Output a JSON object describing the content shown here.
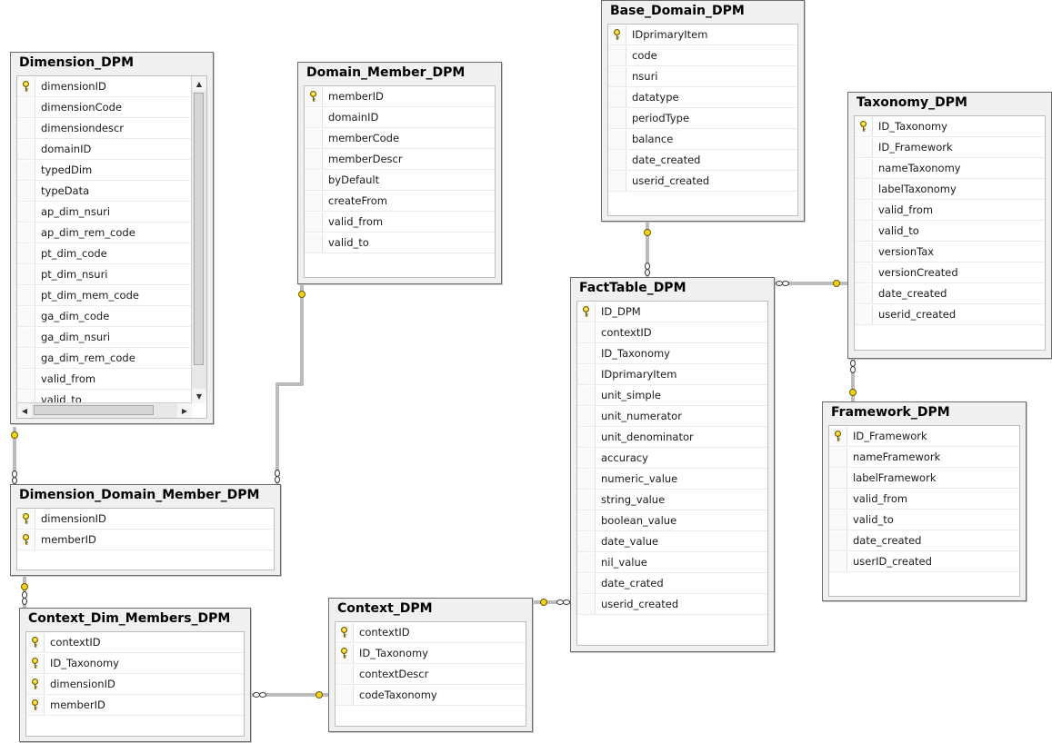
{
  "tables": {
    "dimension": {
      "title": "Dimension_DPM",
      "columns": [
        "dimensionID",
        "dimensionCode",
        "dimensiondescr",
        "domainID",
        "typedDim",
        "typeData",
        "ap_dim_nsuri",
        "ap_dim_rem_code",
        "pt_dim_code",
        "pt_dim_nsuri",
        "pt_dim_mem_code",
        "ga_dim_code",
        "ga_dim_nsuri",
        "ga_dim_rem_code",
        "valid_from",
        "valid_to"
      ],
      "keys": [
        0
      ]
    },
    "domain_member": {
      "title": "Domain_Member_DPM",
      "columns": [
        "memberID",
        "domainID",
        "memberCode",
        "memberDescr",
        "byDefault",
        "createFrom",
        "valid_from",
        "valid_to"
      ],
      "keys": [
        0
      ]
    },
    "base_domain": {
      "title": "Base_Domain_DPM",
      "columns": [
        "IDprimaryItem",
        "code",
        "nsuri",
        "datatype",
        "periodType",
        "balance",
        "date_created",
        "userid_created"
      ],
      "keys": [
        0
      ]
    },
    "taxonomy": {
      "title": "Taxonomy_DPM",
      "columns": [
        "ID_Taxonomy",
        "ID_Framework",
        "nameTaxonomy",
        "labelTaxonomy",
        "valid_from",
        "valid_to",
        "versionTax",
        "versionCreated",
        "date_created",
        "userid_created"
      ],
      "keys": [
        0
      ]
    },
    "fact_table": {
      "title": "FactTable_DPM",
      "columns": [
        "ID_DPM",
        "contextID",
        "ID_Taxonomy",
        "IDprimaryItem",
        "unit_simple",
        "unit_numerator",
        "unit_denominator",
        "accuracy",
        "numeric_value",
        "string_value",
        "boolean_value",
        "date_value",
        "nil_value",
        "date_crated",
        "userid_created"
      ],
      "keys": [
        0
      ]
    },
    "framework": {
      "title": "Framework_DPM",
      "columns": [
        "ID_Framework",
        "nameFramework",
        "labelFramework",
        "valid_from",
        "valid_to",
        "date_created",
        "userID_created"
      ],
      "keys": [
        0
      ]
    },
    "dim_domain_member": {
      "title": "Dimension_Domain_Member_DPM",
      "columns": [
        "dimensionID",
        "memberID"
      ],
      "keys": [
        0,
        1
      ]
    },
    "context_dim_members": {
      "title": "Context_Dim_Members_DPM",
      "columns": [
        "contextID",
        "ID_Taxonomy",
        "dimensionID",
        "memberID"
      ],
      "keys": [
        0,
        1,
        2,
        3
      ]
    },
    "context": {
      "title": "Context_DPM",
      "columns": [
        "contextID",
        "ID_Taxonomy",
        "contextDescr",
        "codeTaxonomy"
      ],
      "keys": [
        0,
        1
      ]
    }
  },
  "colors": {
    "key_fill": "#f2d21e",
    "line": "#808080",
    "header_bg": "#f0f0f0"
  }
}
